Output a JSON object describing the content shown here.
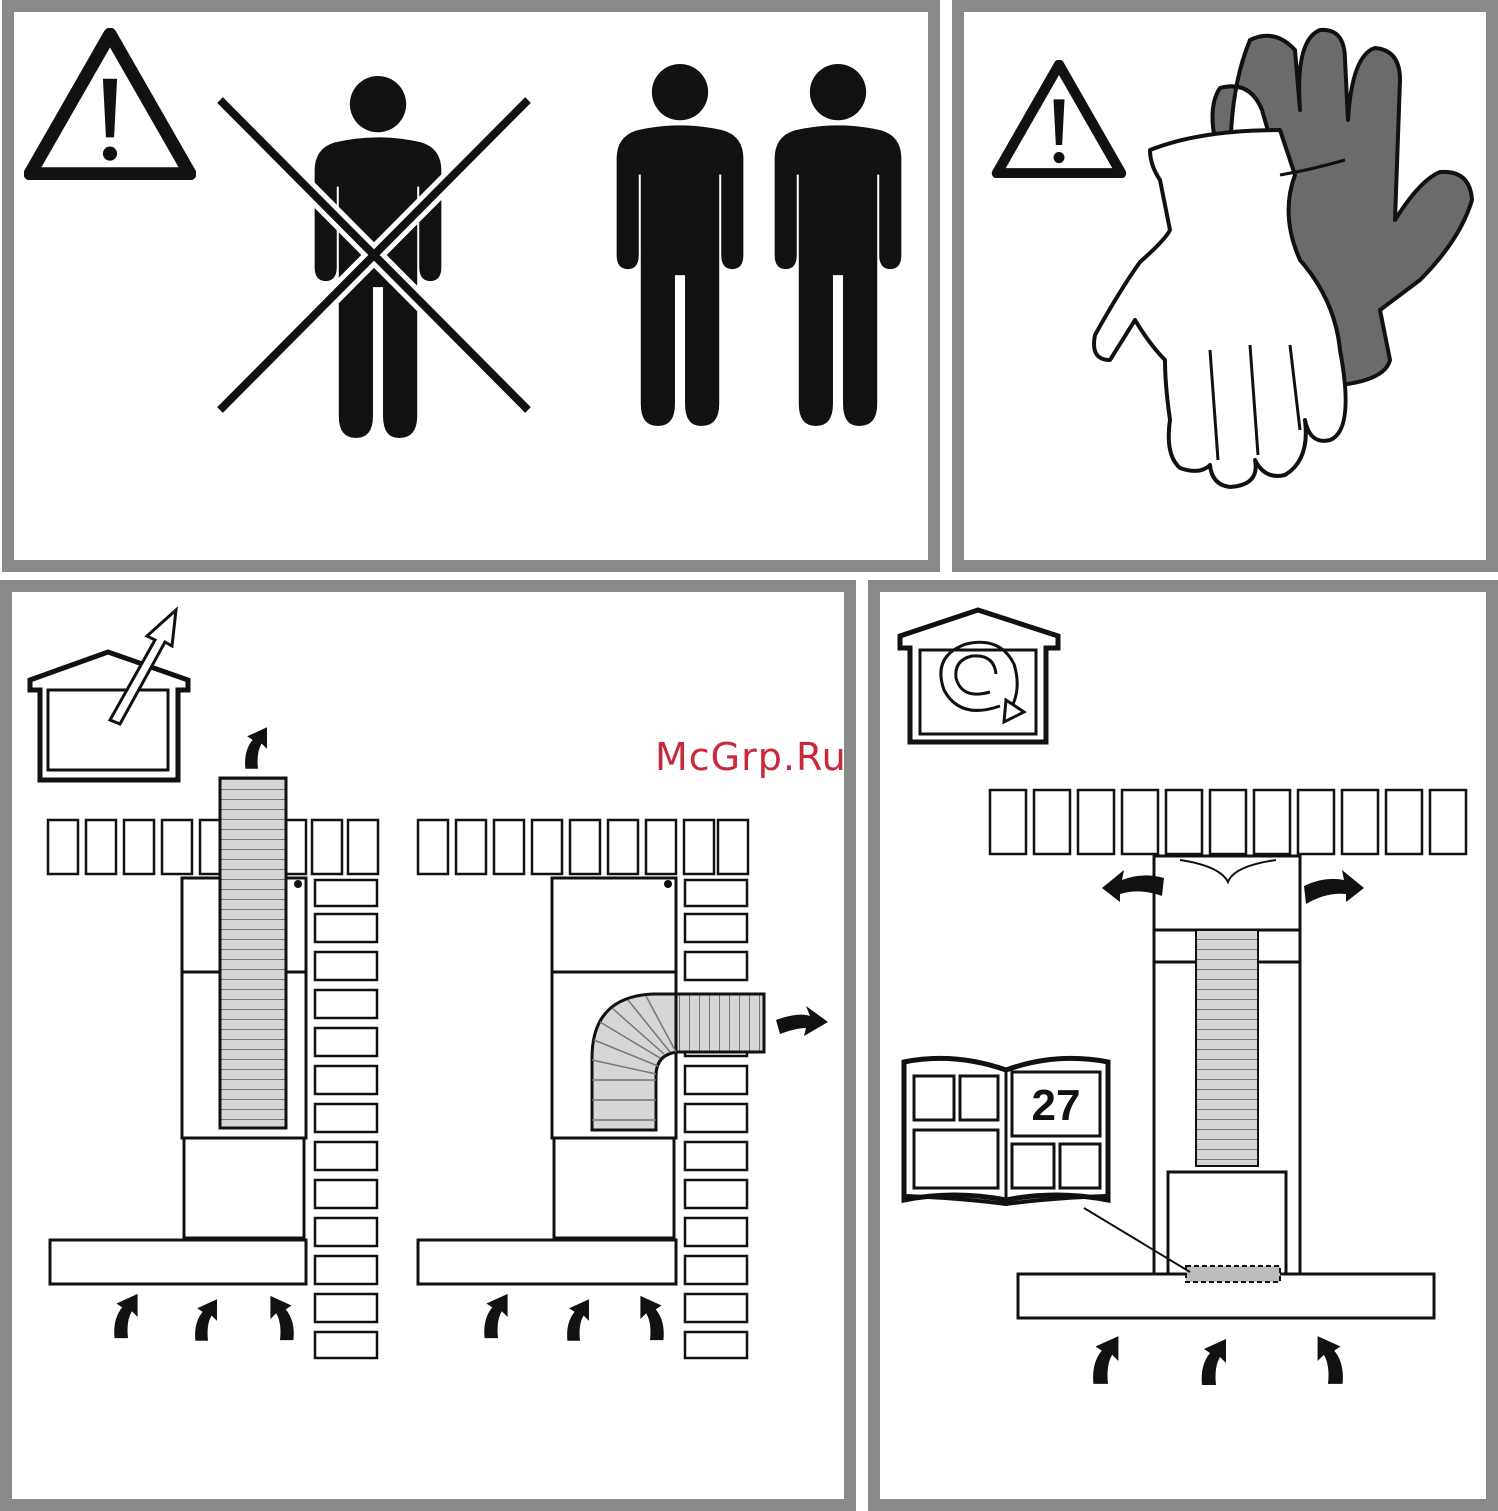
{
  "watermark": {
    "text": "McGrp.Ru",
    "color": "#c8283a"
  },
  "manual_reference": {
    "page_number": "27"
  },
  "panels": [
    {
      "id": "two-person-installation",
      "icons": [
        "warning-icon",
        "single-person-crossed-icon",
        "two-persons-icon"
      ]
    },
    {
      "id": "wear-gloves",
      "icons": [
        "warning-icon",
        "gloves-icon"
      ]
    },
    {
      "id": "ducted-extraction-mode",
      "icons": [
        "house-outlet-icon",
        "duct-vertical-icon",
        "duct-bend-icon",
        "airflow-arrow-icon"
      ]
    },
    {
      "id": "recirculation-mode",
      "icons": [
        "house-recirculation-icon",
        "manual-book-icon",
        "charcoal-filter-icon",
        "airflow-arrow-icon"
      ]
    }
  ],
  "colors": {
    "frame": "#8a8a8a",
    "ink": "#111111",
    "duct_fill": "#d6d6d6",
    "glove_dark": "#6b6b6b"
  }
}
